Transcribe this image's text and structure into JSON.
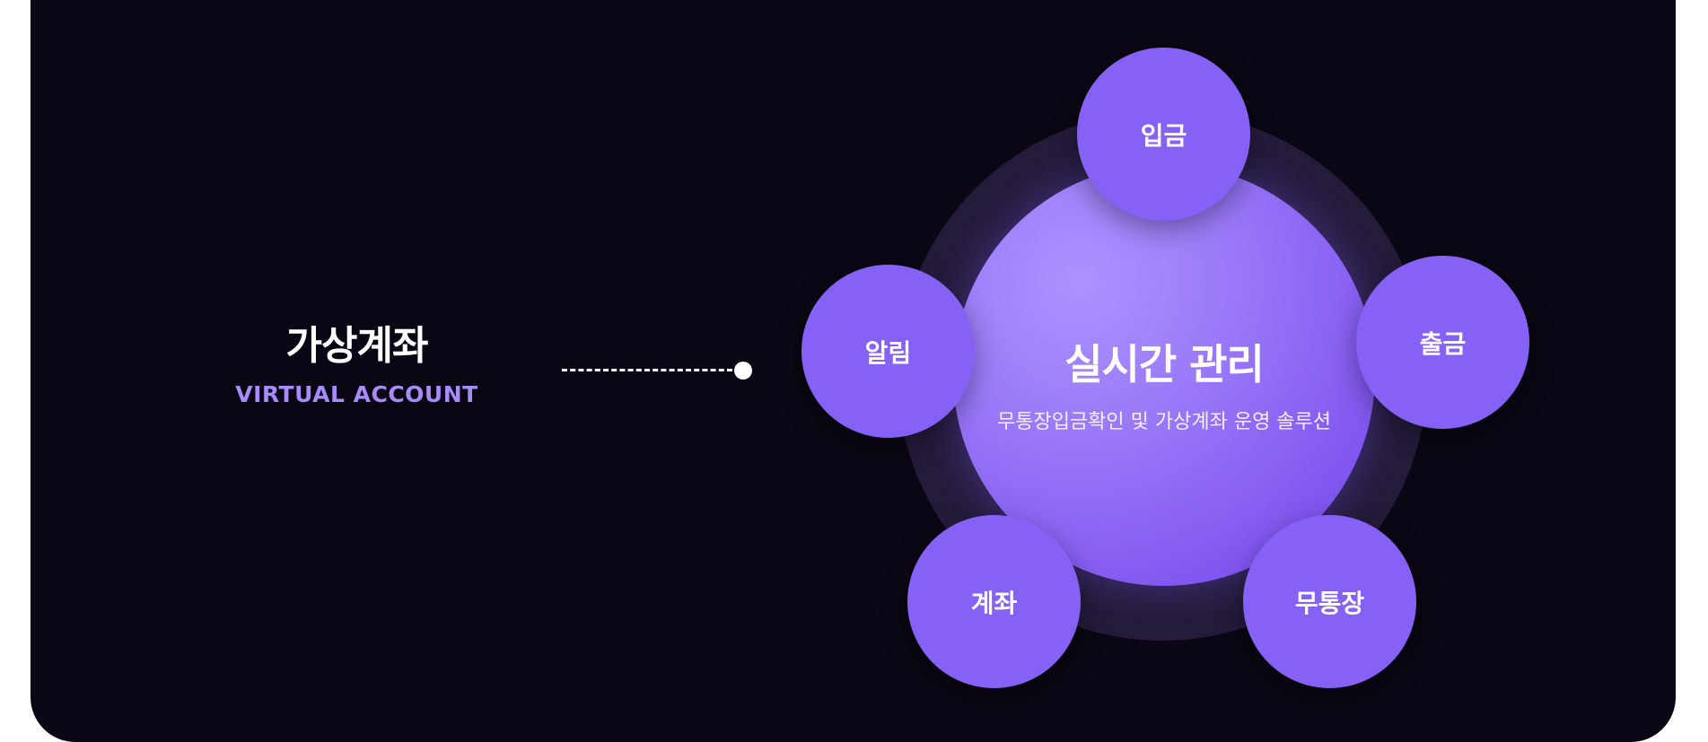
{
  "left": {
    "title": "가상계좌",
    "subtitle": "VIRTUAL ACCOUNT"
  },
  "center": {
    "title": "실시간 관리",
    "subtitle": "무통장입금확인 및 가상계좌 운영 솔루션"
  },
  "nodes": [
    {
      "label": "입금"
    },
    {
      "label": "출금"
    },
    {
      "label": "무통장"
    },
    {
      "label": "계좌"
    },
    {
      "label": "알림"
    }
  ],
  "colors": {
    "background": "#0a0613",
    "accent": "#8661f6",
    "subtitle": "#a78bfa"
  }
}
